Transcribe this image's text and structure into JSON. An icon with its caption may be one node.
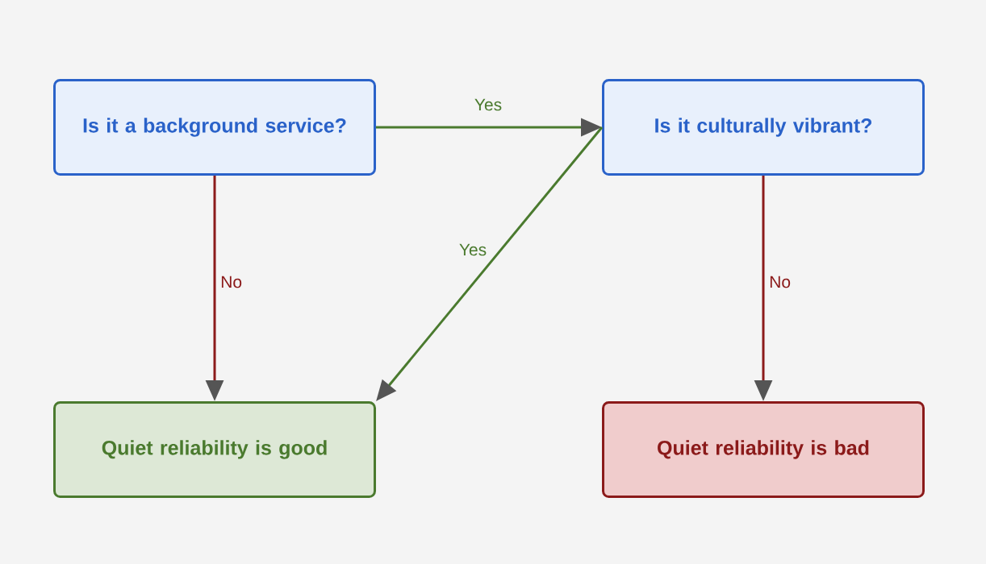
{
  "diagram": {
    "nodes": [
      {
        "text": [
          "Is it a background service?"
        ]
      },
      {
        "text": [
          "Is it culturally vibrant?"
        ]
      },
      {
        "text": [
          "Quiet reliability is good"
        ]
      },
      {
        "text": [
          "Quiet reliability is bad"
        ]
      }
    ],
    "edges": [
      {
        "from": 0,
        "to": 1,
        "arrow": "to",
        "label": "Yes",
        "color": "#4a7a2e"
      },
      {
        "from": 0,
        "to": 2,
        "arrow": "to",
        "label": "No",
        "color": "#8b1a1a"
      },
      {
        "from": 1,
        "to": 2,
        "arrow": "to",
        "label": "Yes",
        "color": "#4a7a2e"
      },
      {
        "from": 1,
        "to": 3,
        "arrow": "to",
        "label": "No",
        "color": "#8b1a1a"
      }
    ]
  }
}
